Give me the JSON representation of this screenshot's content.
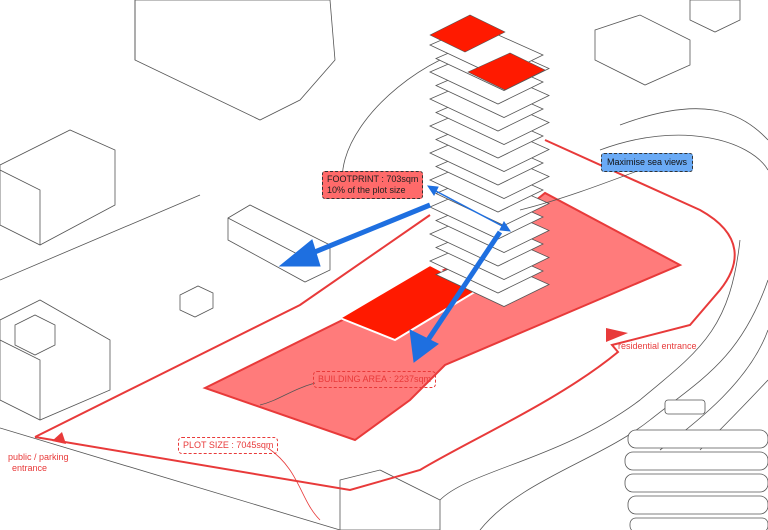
{
  "labels": {
    "footprint_line1": "FOOTPRINT : 703sqm",
    "footprint_line2": "10% of the plot size",
    "sea_views": "Maximise sea views",
    "building_area": "BUILDING AREA : 2237sqm",
    "plot_size": "PLOT SIZE : 7045sqm",
    "residential_entrance": "residential entrance",
    "public_entrance_line1": "public / parking",
    "public_entrance_line2": "entrance"
  },
  "colors": {
    "plot_boundary": "#e83a3a",
    "building_area_fill": "#ff7b7b",
    "footprint_fill": "#ff1a00",
    "arrow_blue": "#1e6fe0",
    "context_lines": "#555555"
  }
}
